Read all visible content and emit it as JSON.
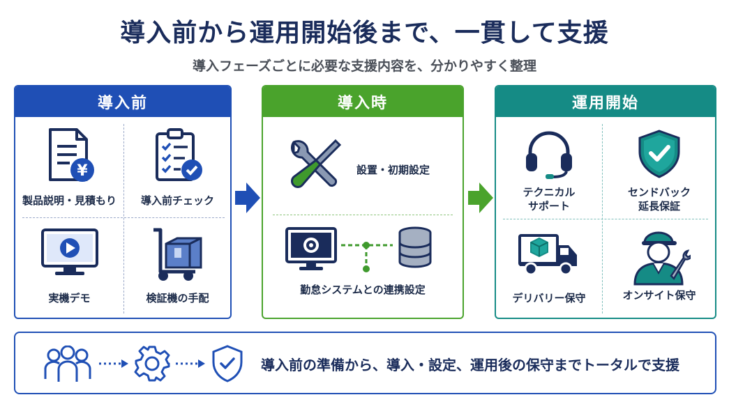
{
  "title": "導入前から運用開始後まで、一貫して支援",
  "subtitle": "導入フェーズごとに必要な支援内容を、分かりやすく整理",
  "phases": [
    {
      "label": "導入前",
      "color": "#1f4fb5",
      "items": [
        {
          "label": "製品説明・見積もり",
          "icon": "document-yen-icon"
        },
        {
          "label": "導入前チェック",
          "icon": "clipboard-check-icon"
        },
        {
          "label": "実機デモ",
          "icon": "monitor-play-icon"
        },
        {
          "label": "検証機の手配",
          "icon": "hand-truck-box-icon"
        }
      ]
    },
    {
      "label": "導入時",
      "color": "#4aa32c",
      "items": [
        {
          "label": "設置・初期設定",
          "icon": "wrench-screwdriver-icon"
        },
        {
          "label": "勤怠システムとの連携設定",
          "icon": "monitor-database-link-icon"
        }
      ]
    },
    {
      "label": "運用開始",
      "color": "#158b85",
      "items": [
        {
          "label": "テクニカル\nサポート",
          "line1": "テクニカル",
          "line2": "サポート",
          "icon": "headset-icon"
        },
        {
          "label": "センドバック\n延長保証",
          "line1": "センドバック",
          "line2": "延長保証",
          "icon": "shield-check-icon"
        },
        {
          "label": "デリバリー保守",
          "icon": "delivery-truck-icon"
        },
        {
          "label": "オンサイト保守",
          "icon": "technician-icon"
        }
      ]
    }
  ],
  "summary": {
    "text": "導入前の準備から、導入・設定、運用後の保守までトータルで支援",
    "icons": [
      "people-icon",
      "gear-icon",
      "shield-check-icon"
    ]
  }
}
